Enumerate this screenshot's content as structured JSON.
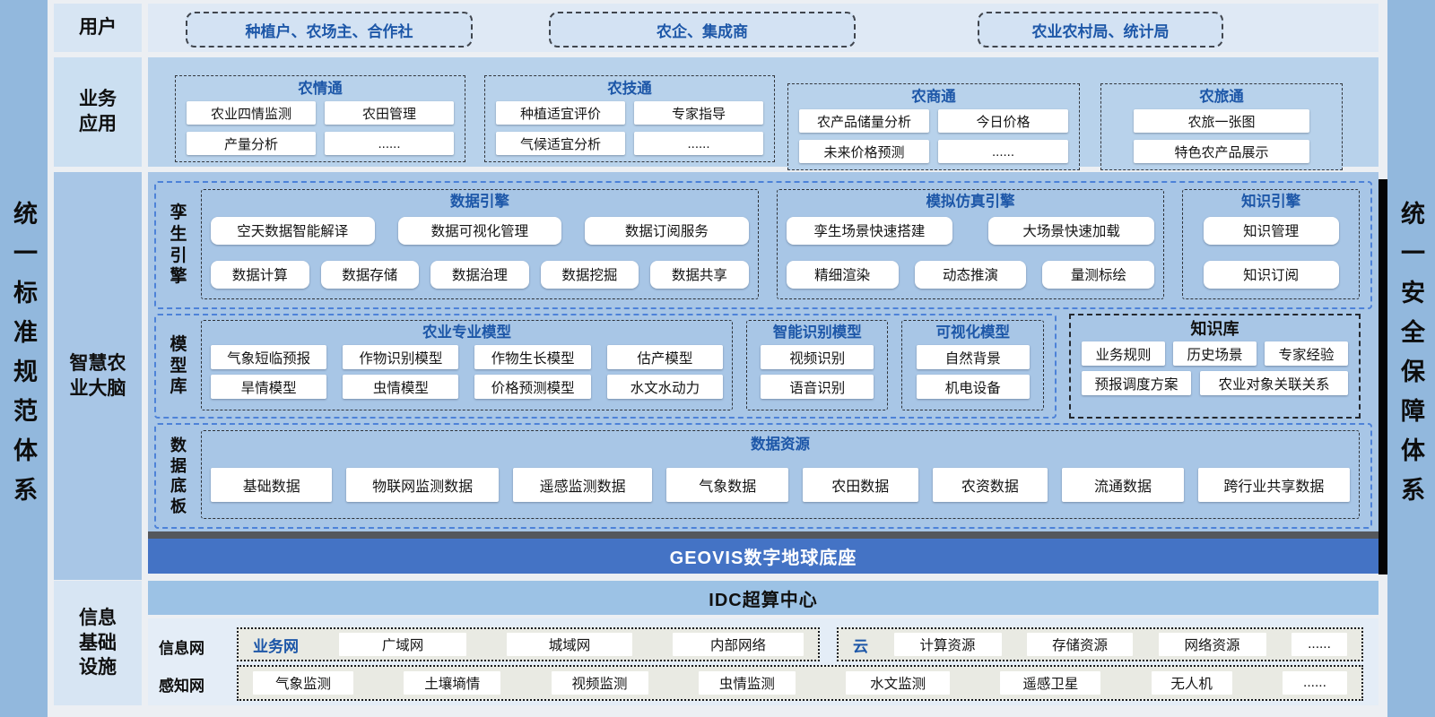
{
  "colors": {
    "accent_blue": "#1d57a8",
    "geovis_blue": "#4473c5",
    "idc_blue": "#9cc2e5",
    "sidebar_blue": "#92b8dd",
    "brain_panel_blue": "#a8c6e6",
    "business_strip_blue": "#b8d2eb",
    "net_group_gray": "#e9eae3"
  },
  "left_sidebar": "统一标准规范体系",
  "right_sidebar": "统一安全保障体系",
  "user": {
    "label": "用户",
    "box1": "种植户、农场主、合作社",
    "box2": "农企、集成商",
    "box3": "农业农村局、统计局"
  },
  "biz": {
    "label": "业务\n应用",
    "nongqing": {
      "title": "农情通",
      "i1": "农业四情监测",
      "i2": "农田管理",
      "i3": "产量分析",
      "i4": "......"
    },
    "nongji": {
      "title": "农技通",
      "i1": "种植适宜评价",
      "i2": "专家指导",
      "i3": "气候适宜分析",
      "i4": "......"
    },
    "nongshang": {
      "title": "农商通",
      "i1": "农产品储量分析",
      "i2": "今日价格",
      "i3": "未来价格预测",
      "i4": "......"
    },
    "nonglv": {
      "title": "农旅通",
      "i1": "农旅一张图",
      "i2": "特色农产品展示"
    }
  },
  "brain": {
    "label": "智慧农\n业大脑",
    "twin": {
      "label": "孪\n生\n引\n擎",
      "data_engine": {
        "title": "数据引擎",
        "i1": "空天数据智能解译",
        "i2": "数据可视化管理",
        "i3": "数据订阅服务",
        "i4": "数据计算",
        "i5": "数据存储",
        "i6": "数据治理",
        "i7": "数据挖掘",
        "i8": "数据共享"
      },
      "sim_engine": {
        "title": "模拟仿真引擎",
        "i1": "孪生场景快速搭建",
        "i2": "大场景快速加载",
        "i3": "精细渲染",
        "i4": "动态推演",
        "i5": "量测标绘"
      },
      "knowledge_engine": {
        "title": "知识引擎",
        "i1": "知识管理",
        "i2": "知识订阅"
      }
    },
    "models": {
      "label": "模\n型\n库",
      "agri": {
        "title": "农业专业模型",
        "i1": "气象短临预报",
        "i2": "作物识别模型",
        "i3": "作物生长模型",
        "i4": "估产模型",
        "i5": "旱情模型",
        "i6": "虫情模型",
        "i7": "价格预测模型",
        "i8": "水文水动力"
      },
      "recognition": {
        "title": "智能识别模型",
        "i1": "视频识别",
        "i2": "语音识别"
      },
      "visual": {
        "title": "可视化模型",
        "i1": "自然背景",
        "i2": "机电设备"
      },
      "knowledge_base": {
        "title": "知识库",
        "i1": "业务规则",
        "i2": "历史场景",
        "i3": "专家经验",
        "i4": "预报调度方案",
        "i5": "农业对象关联关系"
      }
    },
    "data_base": {
      "label": "数\n据\n底\n板",
      "resources": {
        "title": "数据资源",
        "i1": "基础数据",
        "i2": "物联网监测数据",
        "i3": "遥感监测数据",
        "i4": "气象数据",
        "i5": "农田数据",
        "i6": "农资数据",
        "i7": "流通数据",
        "i8": "跨行业共享数据"
      }
    }
  },
  "geovis_bar": "GEOVIS数字地球底座",
  "idc_bar": "IDC超算中心",
  "infra": {
    "label": "信息\n基础\n设施",
    "info_net": {
      "label": "信息网",
      "lead1": "业务网",
      "i1": "广域网",
      "i2": "城域网",
      "i3": "内部网络",
      "lead2": "云",
      "i4": "计算资源",
      "i5": "存储资源",
      "i6": "网络资源",
      "i7": "......"
    },
    "sense_net": {
      "label": "感知网",
      "i1": "气象监测",
      "i2": "土壤墒情",
      "i3": "视频监测",
      "i4": "虫情监测",
      "i5": "水文监测",
      "i6": "遥感卫星",
      "i7": "无人机",
      "i8": "......"
    }
  }
}
